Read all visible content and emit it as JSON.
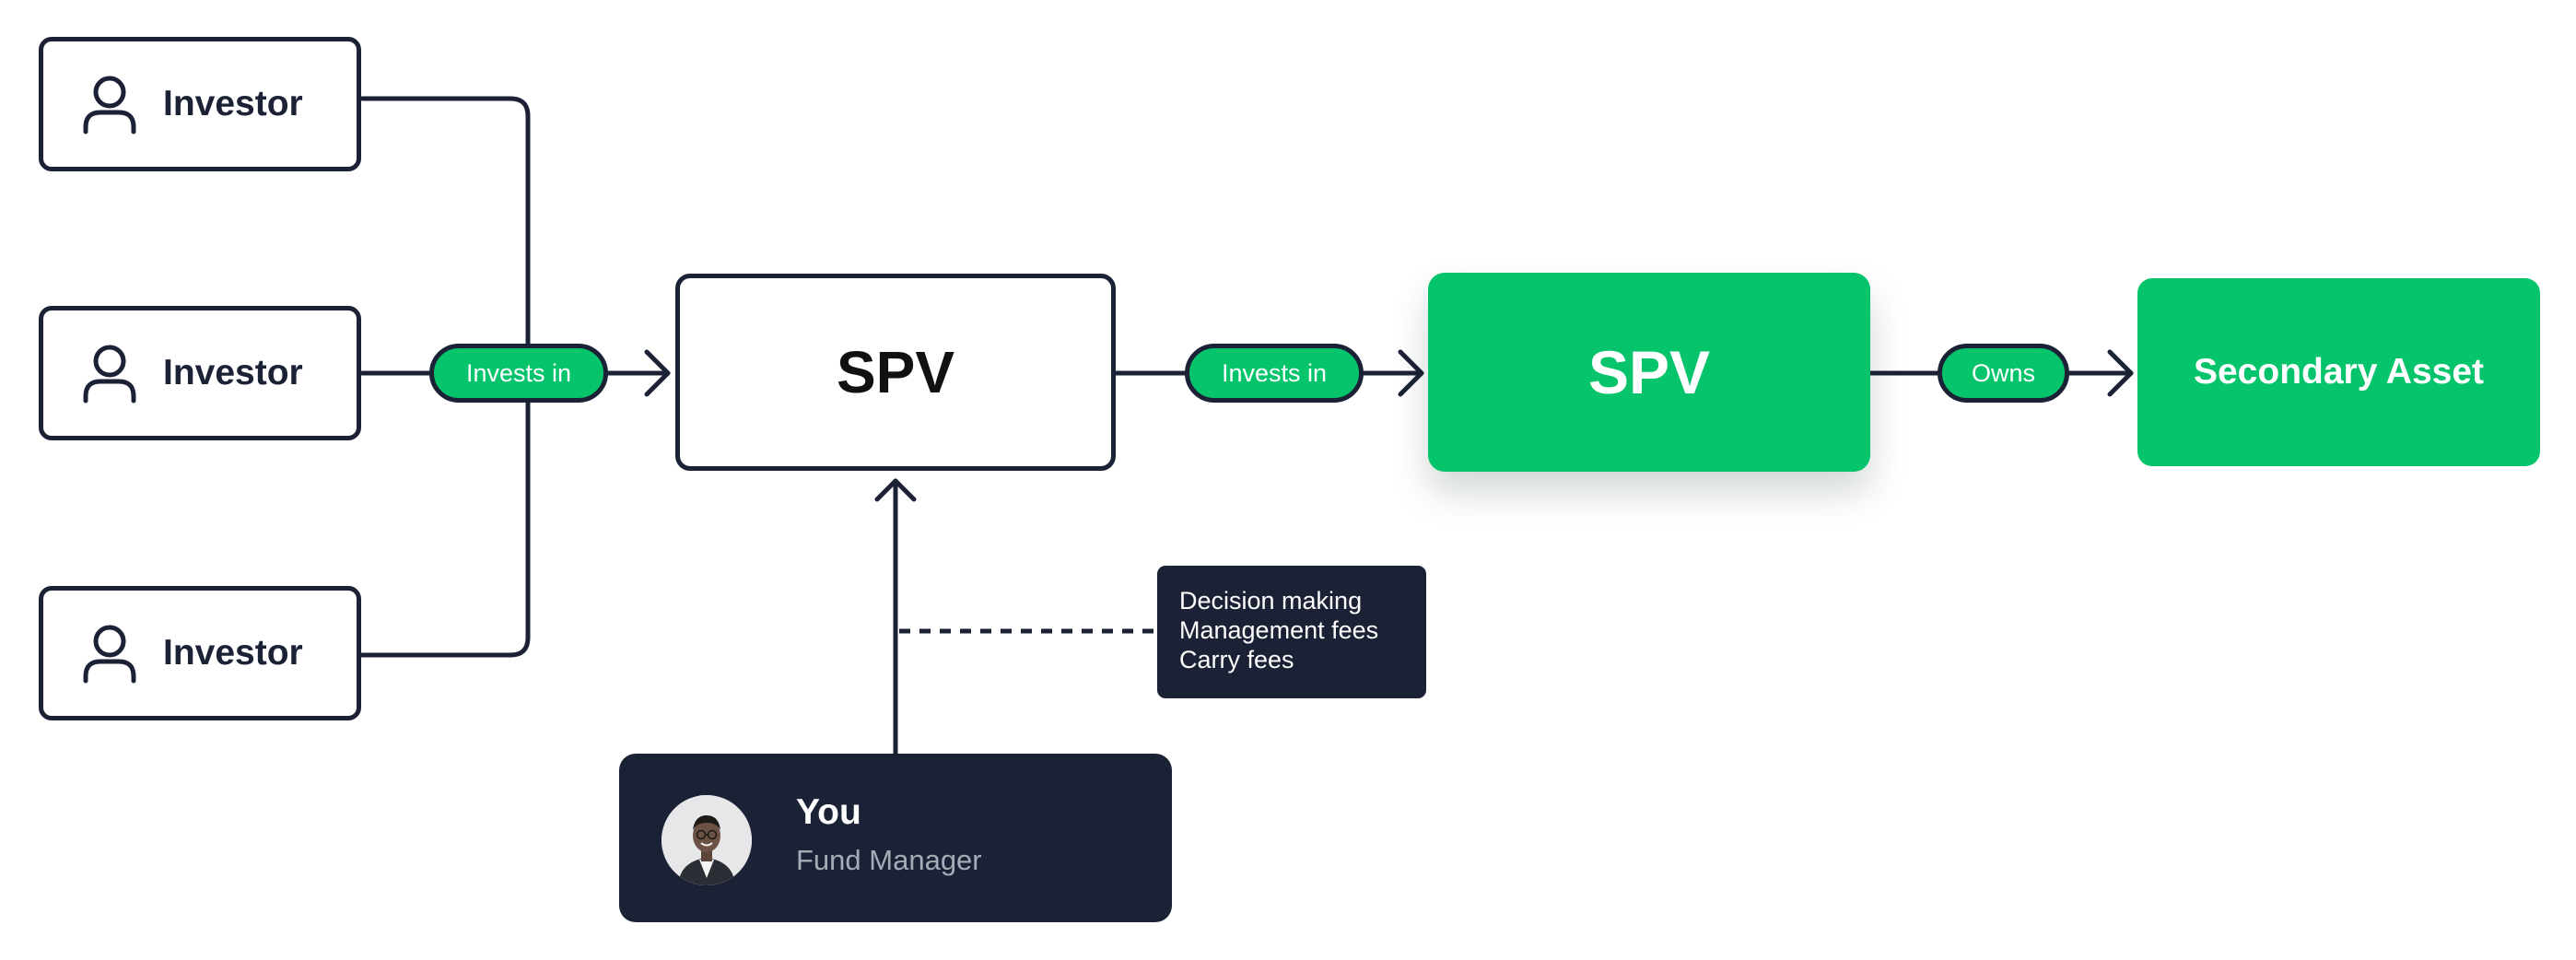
{
  "investors": [
    {
      "label": "Investor",
      "icon": "person-icon"
    },
    {
      "label": "Investor",
      "icon": "person-icon"
    },
    {
      "label": "Investor",
      "icon": "person-icon"
    }
  ],
  "edges": {
    "investors_to_spv": "Invests in",
    "spv_to_spv": "Invests in",
    "spv_to_asset": "Owns"
  },
  "spv_primary": {
    "label": "SPV"
  },
  "spv_secondary": {
    "label": "SPV"
  },
  "asset": {
    "label": "Secondary Asset"
  },
  "manager": {
    "name": "You",
    "role": "Fund Manager",
    "avatar": "avatar-photo"
  },
  "responsibilities": [
    "Decision making",
    "Management fees",
    "Carry fees"
  ],
  "colors": {
    "navy": "#1b2235",
    "green": "#05c46b",
    "white": "#ffffff",
    "muted": "#a7abb5"
  }
}
